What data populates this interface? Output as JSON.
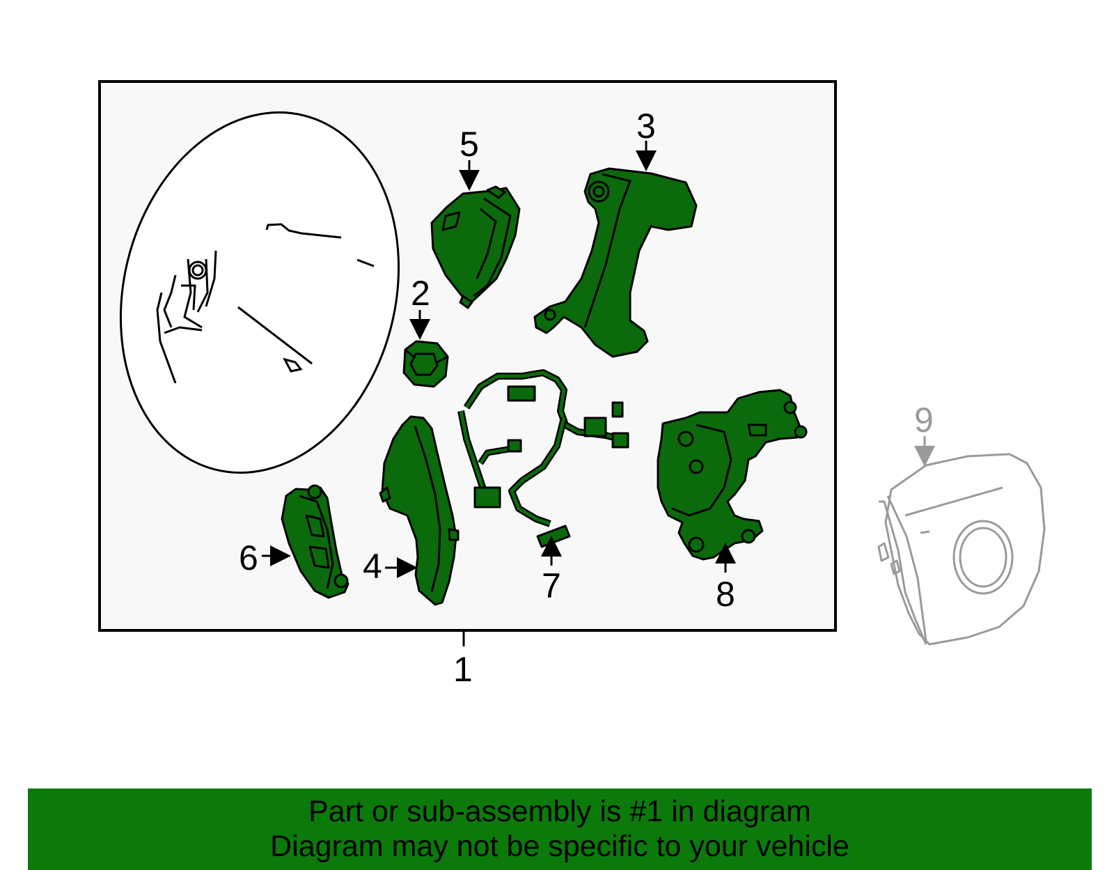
{
  "colors": {
    "part_fill": "#0b6a0b",
    "part_stroke": "#000000",
    "ghost_stroke": "#9a9a9a",
    "banner_bg": "#0b7a0b",
    "panel_bg": "#f8f8f8"
  },
  "callouts": {
    "c1": "1",
    "c2": "2",
    "c3": "3",
    "c4": "4",
    "c5": "5",
    "c6": "6",
    "c7": "7",
    "c8": "8",
    "c9": "9"
  },
  "banner": {
    "line1": "Part or sub-assembly is #1 in diagram",
    "line2": "Diagram may not be specific to your vehicle"
  }
}
